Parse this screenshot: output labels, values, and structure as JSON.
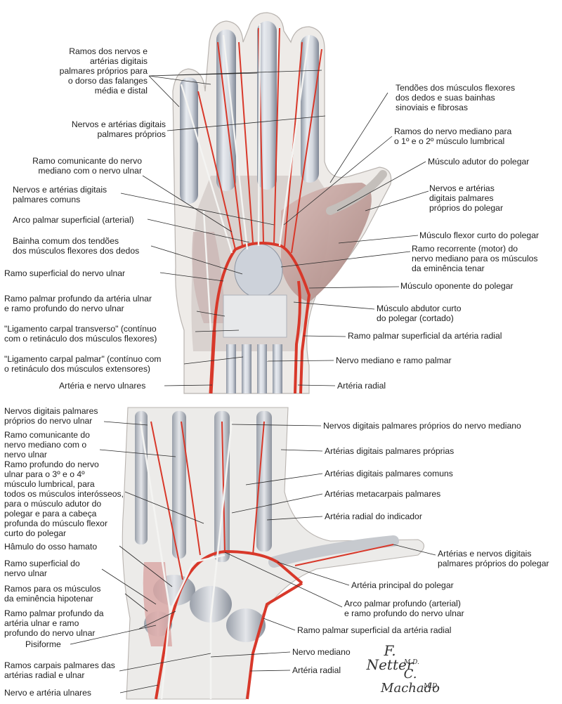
{
  "colors": {
    "artery": "#d8382a",
    "bone": "#c9ccd1",
    "tendon": "#dfe3ea",
    "skin": "#ece9e6",
    "muscle": "#c9a7a3",
    "nerve": "#f4f4f2"
  },
  "upper_panel": {
    "labels": {
      "l1": "Ramos dos nervos e\nartérias digitais\npalmares próprios para\no dorso das falanges\nmédia e distal",
      "l2": "Nervos e artérias digitais\npalmares próprios",
      "l3": "Ramo comunicante do nervo\nmediano com o nervo ulnar",
      "l4": "Nervos e artérias digitais\npalmares comuns",
      "l5": "Arco palmar superficial (arterial)",
      "l6": "Bainha comum dos tendões\ndos músculos flexores dos dedos",
      "l7": "Ramo superficial do nervo ulnar",
      "l8": "Ramo palmar profundo da artéria ulnar\ne ramo profundo do nervo ulnar",
      "l9": "\"Ligamento carpal transverso\" (contínuo\ncom o retináculo dos músculos flexores)",
      "l10": "\"Ligamento carpal palmar\" (contínuo com\no retináculo dos músculos extensores)",
      "l11": "Artéria e nervo ulnares",
      "r1": "Tendões dos músculos flexores\ndos dedos e suas bainhas\nsinoviais e fibrosas",
      "r2": "Ramos do nervo mediano para\no 1º e o 2º músculo lumbrical",
      "r3": "Músculo adutor do polegar",
      "r4": "Nervos e artérias\ndigitais palmares\npróprios do polegar",
      "r5": "Músculo flexor curto do polegar",
      "r6": "Ramo recorrente (motor) do\nnervo mediano para os músculos\nda eminência tenar",
      "r7": "Músculo oponente do polegar",
      "r8": "Músculo abdutor curto\ndo polegar (cortado)",
      "r9": "Ramo palmar superficial da artéria radial",
      "r10": "Nervo mediano e ramo palmar",
      "r11": "Artéria radial"
    }
  },
  "lower_panel": {
    "labels": {
      "l1": "Nervos digitais palmares\npróprios do nervo ulnar",
      "l2": "Ramo comunicante do\nnervo mediano com o\nnervo ulnar",
      "l3": "Ramo profundo do nervo\nulnar para o 3º e o 4º\nmúsculo lumbrical, para\ntodos os músculos interósseos,\npara o músculo adutor do\npolegar e para a cabeça\nprofunda do músculo flexor\ncurto do polegar",
      "l4": "Hâmulo do osso hamato",
      "l5": "Ramo superficial do\nnervo ulnar",
      "l6": "Ramos para os músculos\nda eminência hipotenar",
      "l7": "Ramo palmar profundo da\nartéria ulnar e ramo\nprofundo do nervo ulnar",
      "l8": "Pisiforme",
      "l9": "Ramos carpais palmares das\nartérias radial e ulnar",
      "l10": "Nervo e artéria ulnares",
      "r1": "Nervos digitais palmares próprios do nervo mediano",
      "r2": "Artérias digitais palmares próprias",
      "r3": "Artérias digitais palmares comuns",
      "r4": "Artérias metacarpais palmares",
      "r5": "Artéria radial do indicador",
      "r6": "Artérias e nervos digitais\npalmares próprios do polegar",
      "r7": "Artéria principal do polegar",
      "r8": "Arco palmar profundo (arterial)\ne ramo profundo do nervo ulnar",
      "r9": "Ramo palmar superficial da artéria radial",
      "r10": "Nervo mediano",
      "r11": "Artéria radial"
    }
  },
  "signature": {
    "netter": "F. Netter",
    "netter_md": "M.D.",
    "machado": "C. Machado",
    "machado_md": "M.D."
  }
}
